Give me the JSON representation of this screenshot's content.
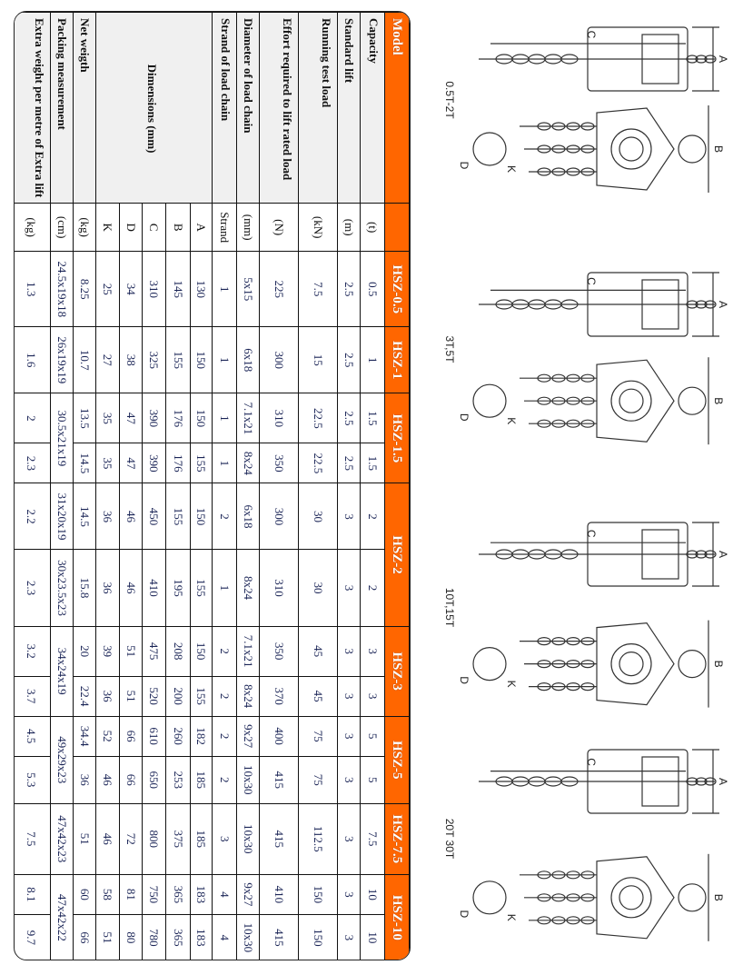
{
  "drawings": [
    {
      "caption": "0.5T-2T",
      "labels": {
        "a": "A",
        "b": "B",
        "c": "C",
        "d": "D",
        "k": "K"
      }
    },
    {
      "caption": "3T,5T",
      "labels": {
        "a": "A",
        "b": "B",
        "c": "C",
        "d": "D",
        "k": "K"
      }
    },
    {
      "caption": "10T,15T",
      "labels": {
        "a": "A",
        "b": "B",
        "c": "C",
        "d": "D",
        "k": "K"
      }
    },
    {
      "caption": "20T 30T",
      "labels": {
        "a": "A",
        "b": "B",
        "c": "C",
        "d": "D",
        "k": "K"
      }
    }
  ],
  "colors": {
    "header": "#ff6600",
    "label_bg": "#f0f0f0",
    "value_text": "#1a2456"
  },
  "table": {
    "model_label": "Model",
    "models": [
      "HSZ-0.5",
      "HSZ-1",
      "HSZ-1.5",
      null,
      "HSZ-2",
      null,
      "HSZ-3",
      null,
      "HSZ-5",
      null,
      "HSZ-7.5",
      "HSZ-10",
      null
    ],
    "dimensions_label": "Dimensions (mm)",
    "rows": [
      {
        "label": "Capacity",
        "unit": "(t)",
        "values": [
          "0.5",
          "1",
          "1.5",
          "1.5",
          "2",
          "2",
          "3",
          "3",
          "5",
          "5",
          "7.5",
          "10",
          "10"
        ]
      },
      {
        "label": "Standard lift",
        "unit": "(m)",
        "values": [
          "2.5",
          "2.5",
          "2.5",
          "2.5",
          "3",
          "3",
          "3",
          "3",
          "3",
          "3",
          "3",
          "3",
          "3"
        ]
      },
      {
        "label": "Running test load",
        "unit": "(kN)",
        "values": [
          "7.5",
          "15",
          "22.5",
          "22.5",
          "30",
          "30",
          "45",
          "45",
          "75",
          "75",
          "112.5",
          "150",
          "150"
        ]
      },
      {
        "label": "Effort required to lift rated load",
        "unit": "(N)",
        "values": [
          "225",
          "300",
          "310",
          "350",
          "300",
          "310",
          "350",
          "370",
          "400",
          "415",
          "415",
          "410",
          "415"
        ]
      },
      {
        "label": "Diameter of load chain",
        "unit": "(mm)",
        "values": [
          "5x15",
          "6x18",
          "7.1x21",
          "8x24",
          "6x18",
          "8x24",
          "7.1x21",
          "8x24",
          "9x27",
          "10x30",
          "10x30",
          "9x27",
          "10x30"
        ]
      },
      {
        "label": "Strand of load chain",
        "unit": "Strand",
        "values": [
          "1",
          "1",
          "1",
          "1",
          "2",
          "1",
          "2",
          "2",
          "2",
          "2",
          "3",
          "4",
          "4"
        ]
      },
      {
        "group": "dimensions",
        "unit": "A",
        "values": [
          "130",
          "150",
          "150",
          "155",
          "150",
          "155",
          "150",
          "155",
          "182",
          "185",
          "185",
          "183",
          "183"
        ]
      },
      {
        "group": "dimensions",
        "unit": "B",
        "values": [
          "145",
          "155",
          "176",
          "176",
          "155",
          "195",
          "208",
          "200",
          "260",
          "253",
          "375",
          "365",
          "365"
        ]
      },
      {
        "group": "dimensions",
        "unit": "C",
        "values": [
          "310",
          "325",
          "390",
          "390",
          "450",
          "410",
          "475",
          "520",
          "610",
          "650",
          "800",
          "750",
          "780"
        ]
      },
      {
        "group": "dimensions",
        "unit": "D",
        "values": [
          "34",
          "38",
          "47",
          "47",
          "46",
          "46",
          "51",
          "51",
          "66",
          "66",
          "72",
          "81",
          "80"
        ]
      },
      {
        "group": "dimensions",
        "unit": "K",
        "values": [
          "25",
          "27",
          "35",
          "35",
          "36",
          "36",
          "39",
          "36",
          "52",
          "46",
          "46",
          "58",
          "51"
        ]
      },
      {
        "label": "Net weigth",
        "unit": "(kg)",
        "values": [
          "8.25",
          "10.7",
          "13.5",
          "14.5",
          "14.5",
          "15.8",
          "20",
          "22.4",
          "34.4",
          "36",
          "51",
          "60",
          "66"
        ]
      },
      {
        "label": "Packing measurement",
        "unit": "(cm)",
        "values": [
          "24.5x19x18",
          "26x19x19",
          "30.5x21x19",
          null,
          "31x20x19",
          "30x23.5x23",
          "34x24x19",
          null,
          "49x29x23",
          null,
          "47x42x23",
          "47x42x22",
          null
        ]
      },
      {
        "label": "Extra weight per metre of Extra lift",
        "unit": "(kg)",
        "values": [
          "1.3",
          "1.6",
          "2",
          "2.3",
          "2.2",
          "2.3",
          "3.2",
          "3.7",
          "4.5",
          "5.3",
          "7.5",
          "8.1",
          "9.7"
        ]
      }
    ]
  }
}
